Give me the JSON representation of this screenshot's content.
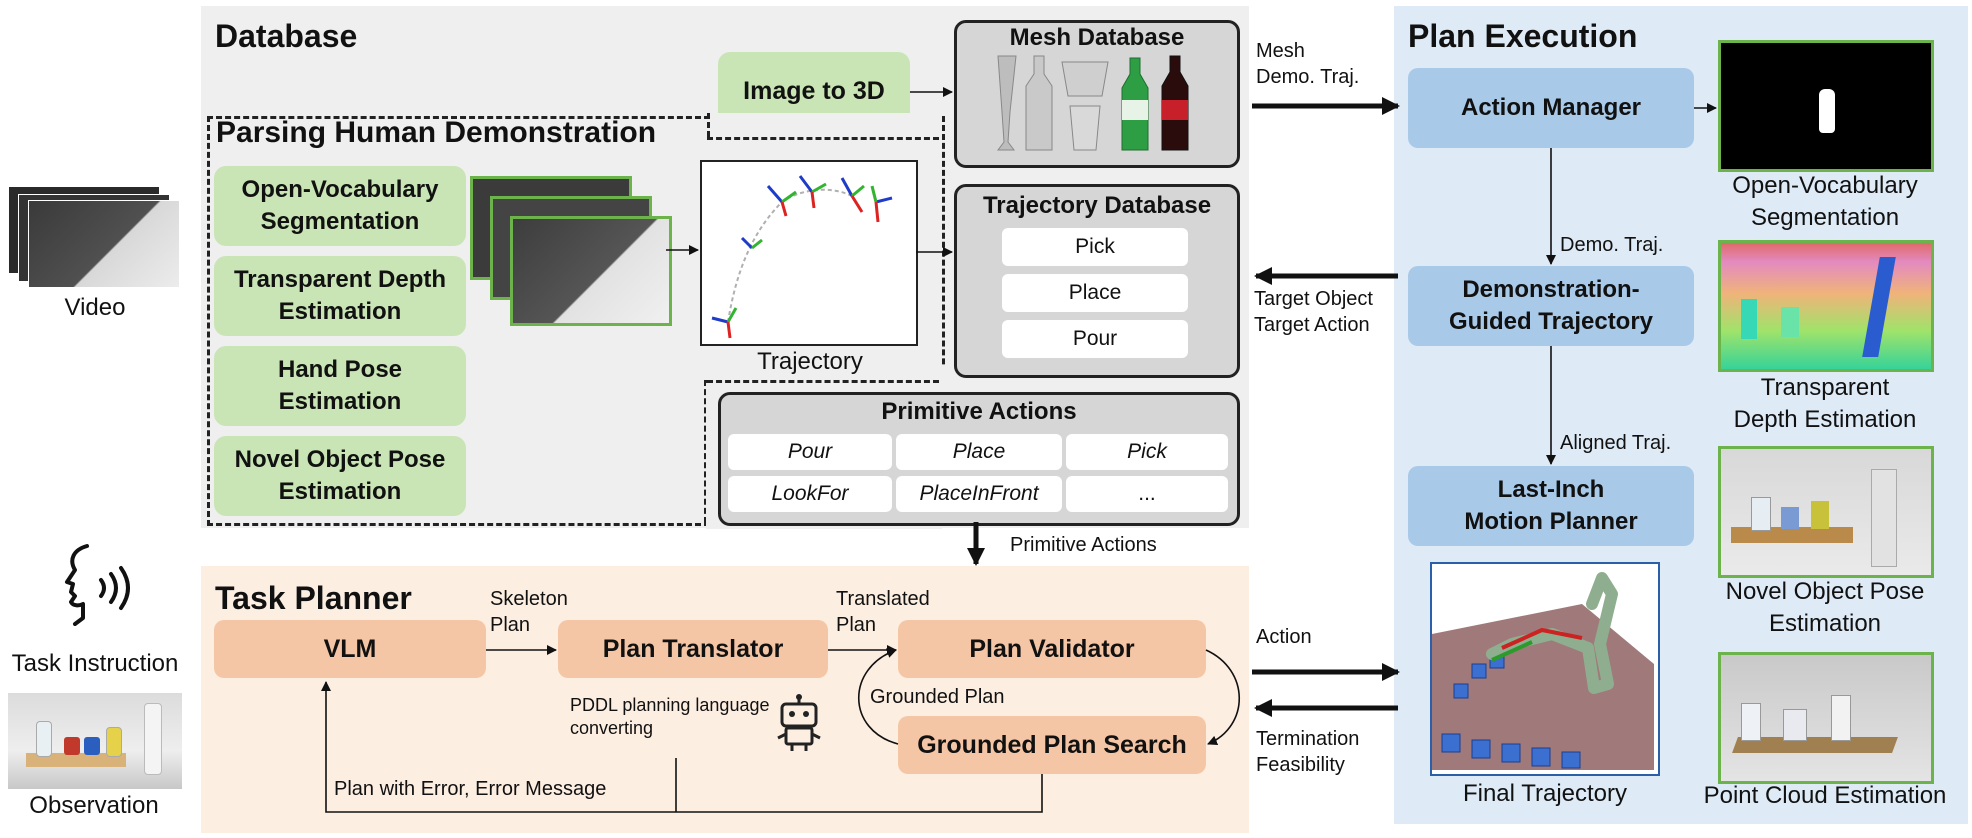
{
  "left": {
    "video_caption": "Video",
    "task_instruction_caption": "Task Instruction",
    "observation_caption": "Observation"
  },
  "database": {
    "title": "Database",
    "image_to_3d": "Image to 3D",
    "mesh_database": "Mesh Database",
    "parsing_title": "Parsing Human Demonstration",
    "green_boxes": [
      "Open-Vocabulary Segmentation",
      "Transparent Depth Estimation",
      "Hand Pose Estimation",
      "Novel Object Pose Estimation"
    ],
    "trajectory_caption": "Trajectory",
    "trajectory_db_title": "Trajectory Database",
    "trajectory_db_items": [
      "Pick",
      "Place",
      "Pour"
    ],
    "primitive_title": "Primitive Actions",
    "primitive_items": [
      "Pour",
      "Place",
      "Pick",
      "LookFor",
      "PlaceInFront",
      "..."
    ]
  },
  "middle_labels": {
    "mesh_demo": "Mesh\nDemo. Traj.",
    "target": "Target Object\nTarget Action",
    "action": "Action",
    "termination": "Termination\nFeasibility",
    "primitive_actions": "Primitive Actions"
  },
  "task_planner": {
    "title": "Task Planner",
    "vlm": "VLM",
    "plan_translator": "Plan Translator",
    "plan_validator": "Plan Validator",
    "grounded_plan_search": "Grounded Plan Search",
    "skeleton_plan": "Skeleton\nPlan",
    "translated_plan": "Translated\nPlan",
    "grounded_plan": "Grounded Plan",
    "pddl_note": "PDDL planning language\nconverting",
    "error_loop": "Plan with Error, Error Message"
  },
  "plan_execution": {
    "title": "Plan Execution",
    "action_manager": "Action Manager",
    "demo_guided": "Demonstration-\nGuided Trajectory",
    "last_inch": "Last-Inch\nMotion Planner",
    "demo_traj_label": "Demo. Traj.",
    "aligned_traj_label": "Aligned Traj.",
    "final_trajectory_caption": "Final Trajectory",
    "captions": [
      "Open-Vocabulary\nSegmentation",
      "Transparent\nDepth Estimation",
      "Novel Object Pose\nEstimation",
      "Point Cloud Estimation"
    ]
  },
  "colors": {
    "database_bg": "#efefef",
    "planner_bg": "#fdeee2",
    "execution_bg": "#deeaf6",
    "green": "#c9e5b6",
    "blue": "#a9c9e8",
    "orange": "#f5c6a5"
  }
}
